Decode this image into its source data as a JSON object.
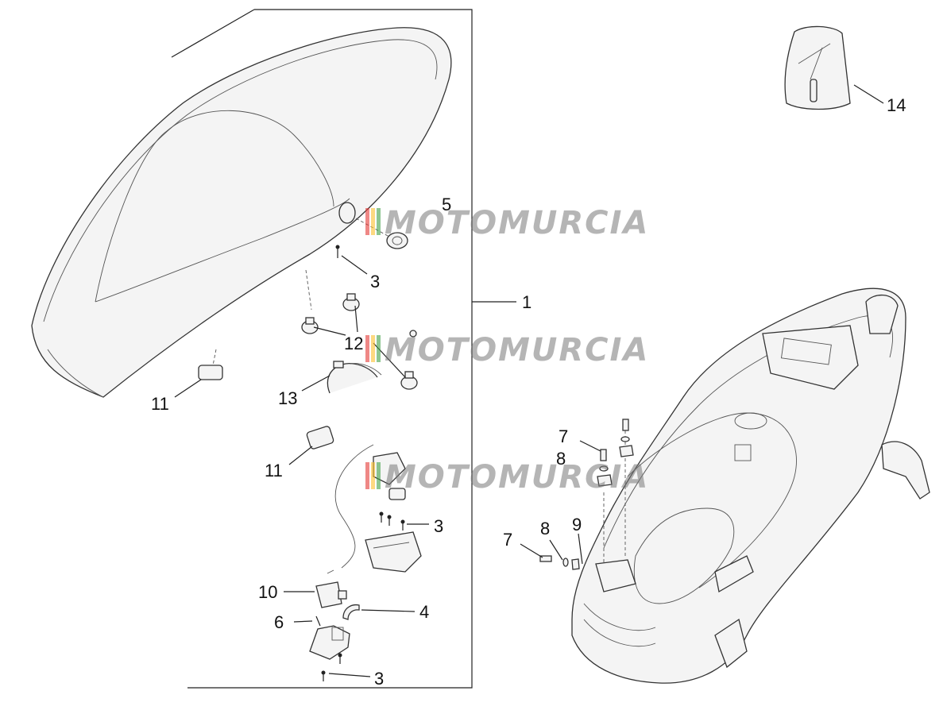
{
  "callouts": {
    "c1": "1",
    "c3a": "3",
    "c3b": "3",
    "c3c": "3",
    "c4": "4",
    "c5": "5",
    "c6": "6",
    "c7a": "7",
    "c7b": "7",
    "c8a": "8",
    "c8b": "8",
    "c9": "9",
    "c10": "10",
    "c11a": "11",
    "c11b": "11",
    "c12": "12",
    "c13": "13",
    "c14": "14"
  },
  "watermark": {
    "text": "MOTOMURCIA",
    "stripe_colors": [
      "#e53935",
      "#fbc02d",
      "#43a047"
    ]
  }
}
